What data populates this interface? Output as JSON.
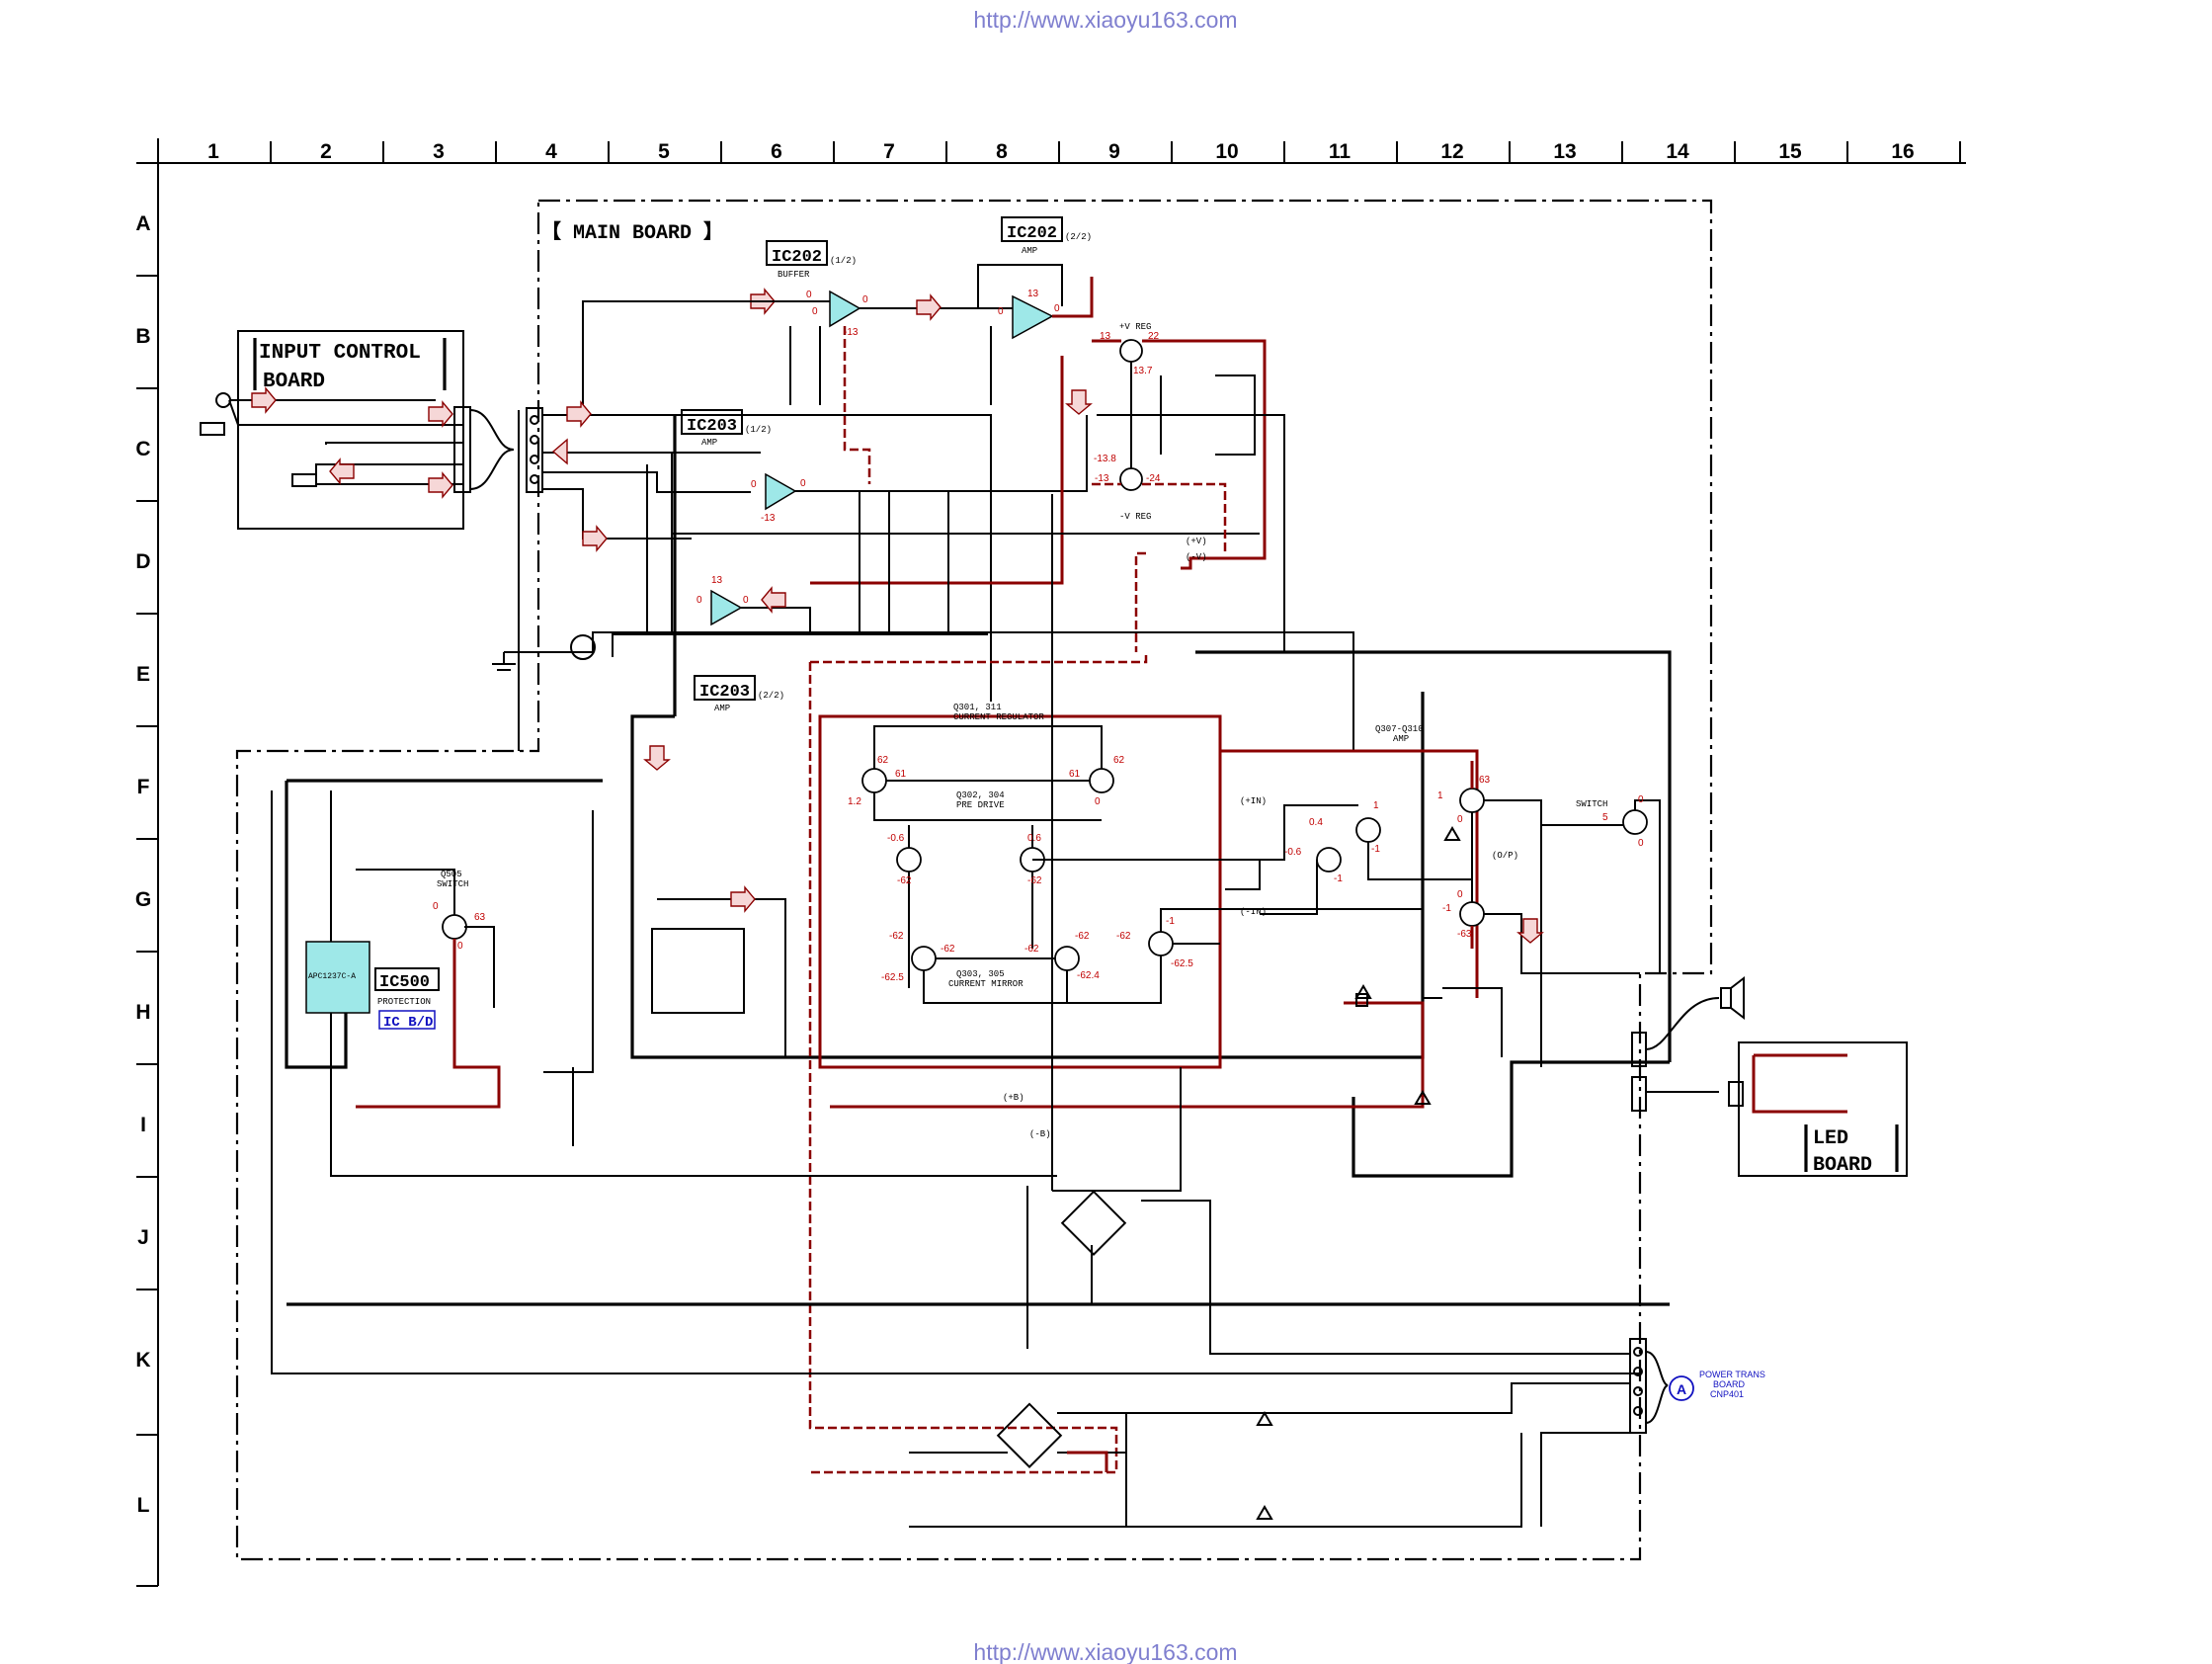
{
  "header": {
    "url_top": "http://www.xiaoyu163.com",
    "url_bottom": "http://www.xiaoyu163.com"
  },
  "grid": {
    "columns": [
      "1",
      "2",
      "3",
      "4",
      "5",
      "6",
      "7",
      "8",
      "9",
      "10",
      "11",
      "12",
      "13",
      "14",
      "15",
      "16"
    ],
    "rows": [
      "A",
      "B",
      "C",
      "D",
      "E",
      "F",
      "G",
      "H",
      "I",
      "J",
      "K",
      "L"
    ]
  },
  "boards": {
    "main": "【 MAIN BOARD 】",
    "input_control_line1": "INPUT CONTROL",
    "input_control_line2": "BOARD",
    "led_line1": "LED",
    "led_line2": "BOARD"
  },
  "ics": {
    "ic202_buffer": {
      "name": "IC202",
      "part": "(1/2)",
      "func": "BUFFER"
    },
    "ic202_amp": {
      "name": "IC202",
      "part": "(2/2)",
      "func": "AMP"
    },
    "ic203_amp1": {
      "name": "IC203",
      "part": "(1/2)",
      "func": "AMP"
    },
    "ic203_amp2": {
      "name": "IC203",
      "part": "(2/2)",
      "func": "AMP"
    },
    "ic500": {
      "name": "IC500",
      "func": "PROTECTION",
      "chip": "APC1237C-A",
      "badge": "IC B/D"
    }
  },
  "transistors": {
    "vreg_pos": "+V REG",
    "vreg_neg": "-V REG",
    "q301": "Q301, 311",
    "q301_func": "CURRENT REGULATOR",
    "q302": "Q302, 304",
    "q302_func": "PRE DRIVE",
    "q303": "Q303, 305",
    "q303_func": "CURRENT MIRROR",
    "q307": "Q307-Q310",
    "q307_func": "AMP",
    "q505": "Q505",
    "q505_func": "SWITCH",
    "switch": "SWITCH"
  },
  "connector": {
    "badge": "A",
    "line1": "POWER TRANS",
    "line2": "BOARD",
    "line3": "CNP401"
  },
  "nets": {
    "pv": "(+V)",
    "nv": "(-V)",
    "pin": "(+IN)",
    "nin": "(-IN)",
    "op": "(O/P)",
    "pb": "(+B)",
    "nb": "(-B)"
  },
  "voltages": {
    "ic202b_pin_top": "0",
    "ic202b_pin_mid": "0",
    "ic202b_out": "0",
    "ic202b_neg": "-13",
    "ic202a_pos": "13",
    "ic202a_in": "0",
    "ic202a_out": "0",
    "ic203a_in": "0",
    "ic203a_out": "0",
    "ic203a_neg": "-13",
    "ic203b_pos": "13",
    "ic203b_in": "0",
    "ic203b_out": "0",
    "reg_in_pos": "13",
    "reg_out_pos": "22",
    "reg_ref_pos": "13.7",
    "reg_ref_neg": "-13.8",
    "reg_in_neg": "-13",
    "reg_out_neg": "-24",
    "q301_b": "62",
    "q301_c": "61",
    "q301_e": "1.2",
    "q311_b": "61",
    "q311_c": "62",
    "q311_e": "0",
    "q302_b": "-0.6",
    "q302_e": "-62",
    "q304_b": "0.6",
    "q304_e": "-62",
    "q303_b": "-62",
    "q303_c": "-62",
    "q303_e": "-62.5",
    "q305_b": "-62",
    "q305_c": "-62",
    "q305_e": "-62.4",
    "qm_b": "-62",
    "qm_c": "-1",
    "qm_e": "-62.5",
    "q307_b": "0.4",
    "q307_c": "1",
    "q307_e": "-1",
    "q308_b": "-0.6",
    "q308_c": "-1",
    "q309_b": "1",
    "q309_c": "63",
    "q309_e": "0",
    "q310_b": "-1",
    "q310_c": "-63",
    "q310_e": "0",
    "q505_b": "0",
    "q505_c": "63",
    "q505_e": "0",
    "sw_b": "5",
    "sw_c": "0",
    "sw_e": "0"
  }
}
